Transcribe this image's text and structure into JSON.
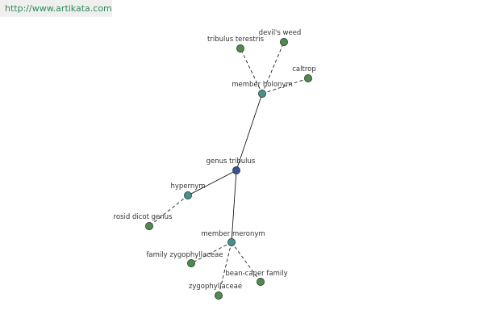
{
  "header": {
    "url": "http://www.artikata.com"
  },
  "colors": {
    "root_node": "#3d4e98",
    "relation_node": "#4a8f8f",
    "leaf_node": "#4f8a4f",
    "edge": "#000000",
    "label": "#333333",
    "url_text": "#2e8b57"
  },
  "graph": {
    "root": {
      "label": "genus tribulus"
    },
    "relations": [
      {
        "id": "holonym",
        "label": "member holonym",
        "leaves": [
          "tribulus terestris",
          "devil's weed",
          "caltrop"
        ]
      },
      {
        "id": "hypernym",
        "label": "hypernym",
        "leaves": [
          "rosid dicot genus"
        ]
      },
      {
        "id": "meronym",
        "label": "member meronym",
        "leaves": [
          "family zygophyllaceae",
          "zygophyllaceae",
          "bean-caper family"
        ]
      }
    ]
  }
}
